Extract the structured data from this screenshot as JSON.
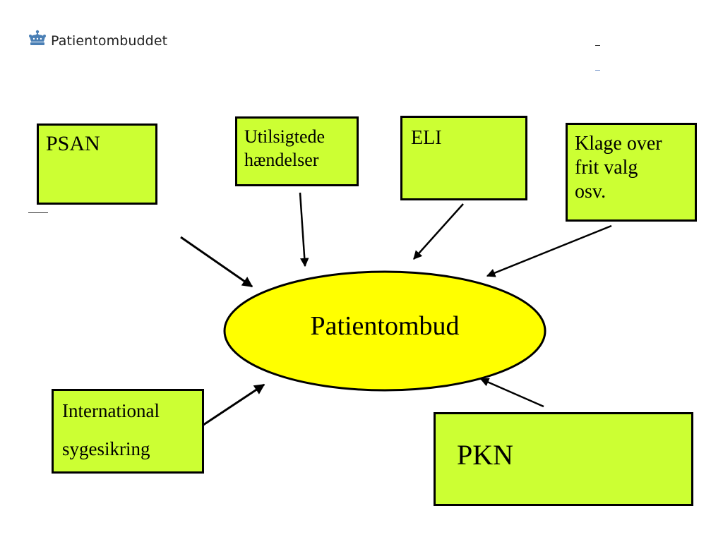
{
  "header": {
    "logo_text": "Patientombuddet"
  },
  "diagram": {
    "center": {
      "label": "Patientombud"
    },
    "boxes": {
      "psan": {
        "lines": [
          "PSAN"
        ]
      },
      "utilsigtede": {
        "lines": [
          "Utilsigtede",
          "hændelser"
        ]
      },
      "eli": {
        "lines": [
          "ELI"
        ]
      },
      "klage": {
        "lines": [
          "Klage over",
          "frit valg",
          "osv."
        ]
      },
      "international": {
        "lines": [
          "International",
          "sygesikring"
        ]
      },
      "pkn": {
        "lines": [
          "PKN"
        ]
      }
    }
  },
  "colors": {
    "box_fill": "#ccff33",
    "center_fill": "#ffff00",
    "logo_crown": "#4a7fb5"
  }
}
